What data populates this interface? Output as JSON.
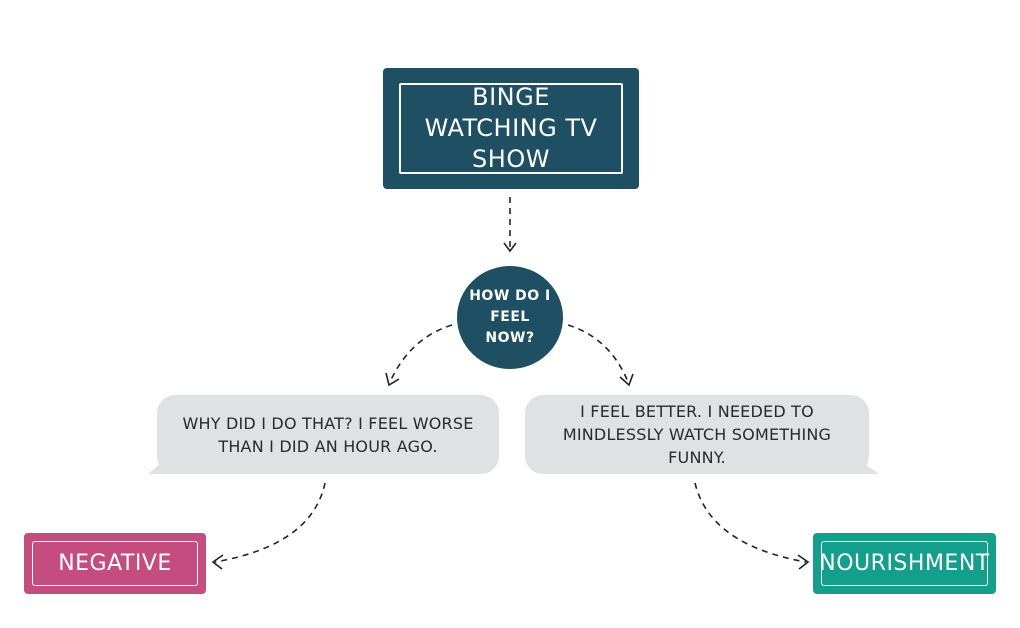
{
  "diagram": {
    "top_box": {
      "label": "BINGE WATCHING TV SHOW"
    },
    "question": {
      "label": "HOW DO I FEEL NOW?"
    },
    "responses": {
      "left": {
        "text": "WHY DID I DO THAT? I FEEL WORSE THAN I DID AN HOUR AGO."
      },
      "right": {
        "text": "I FEEL BETTER. I NEEDED TO MINDLESSLY WATCH SOMETHING FUNNY."
      }
    },
    "outcomes": {
      "left": {
        "label": "NEGATIVE"
      },
      "right": {
        "label": "NOURISHMENT"
      }
    },
    "colors": {
      "primary": "#1e4f63",
      "bubble": "#e0e1e3",
      "negative": "#c44c7f",
      "nourishment": "#149f8c",
      "connector": "#222222"
    }
  }
}
